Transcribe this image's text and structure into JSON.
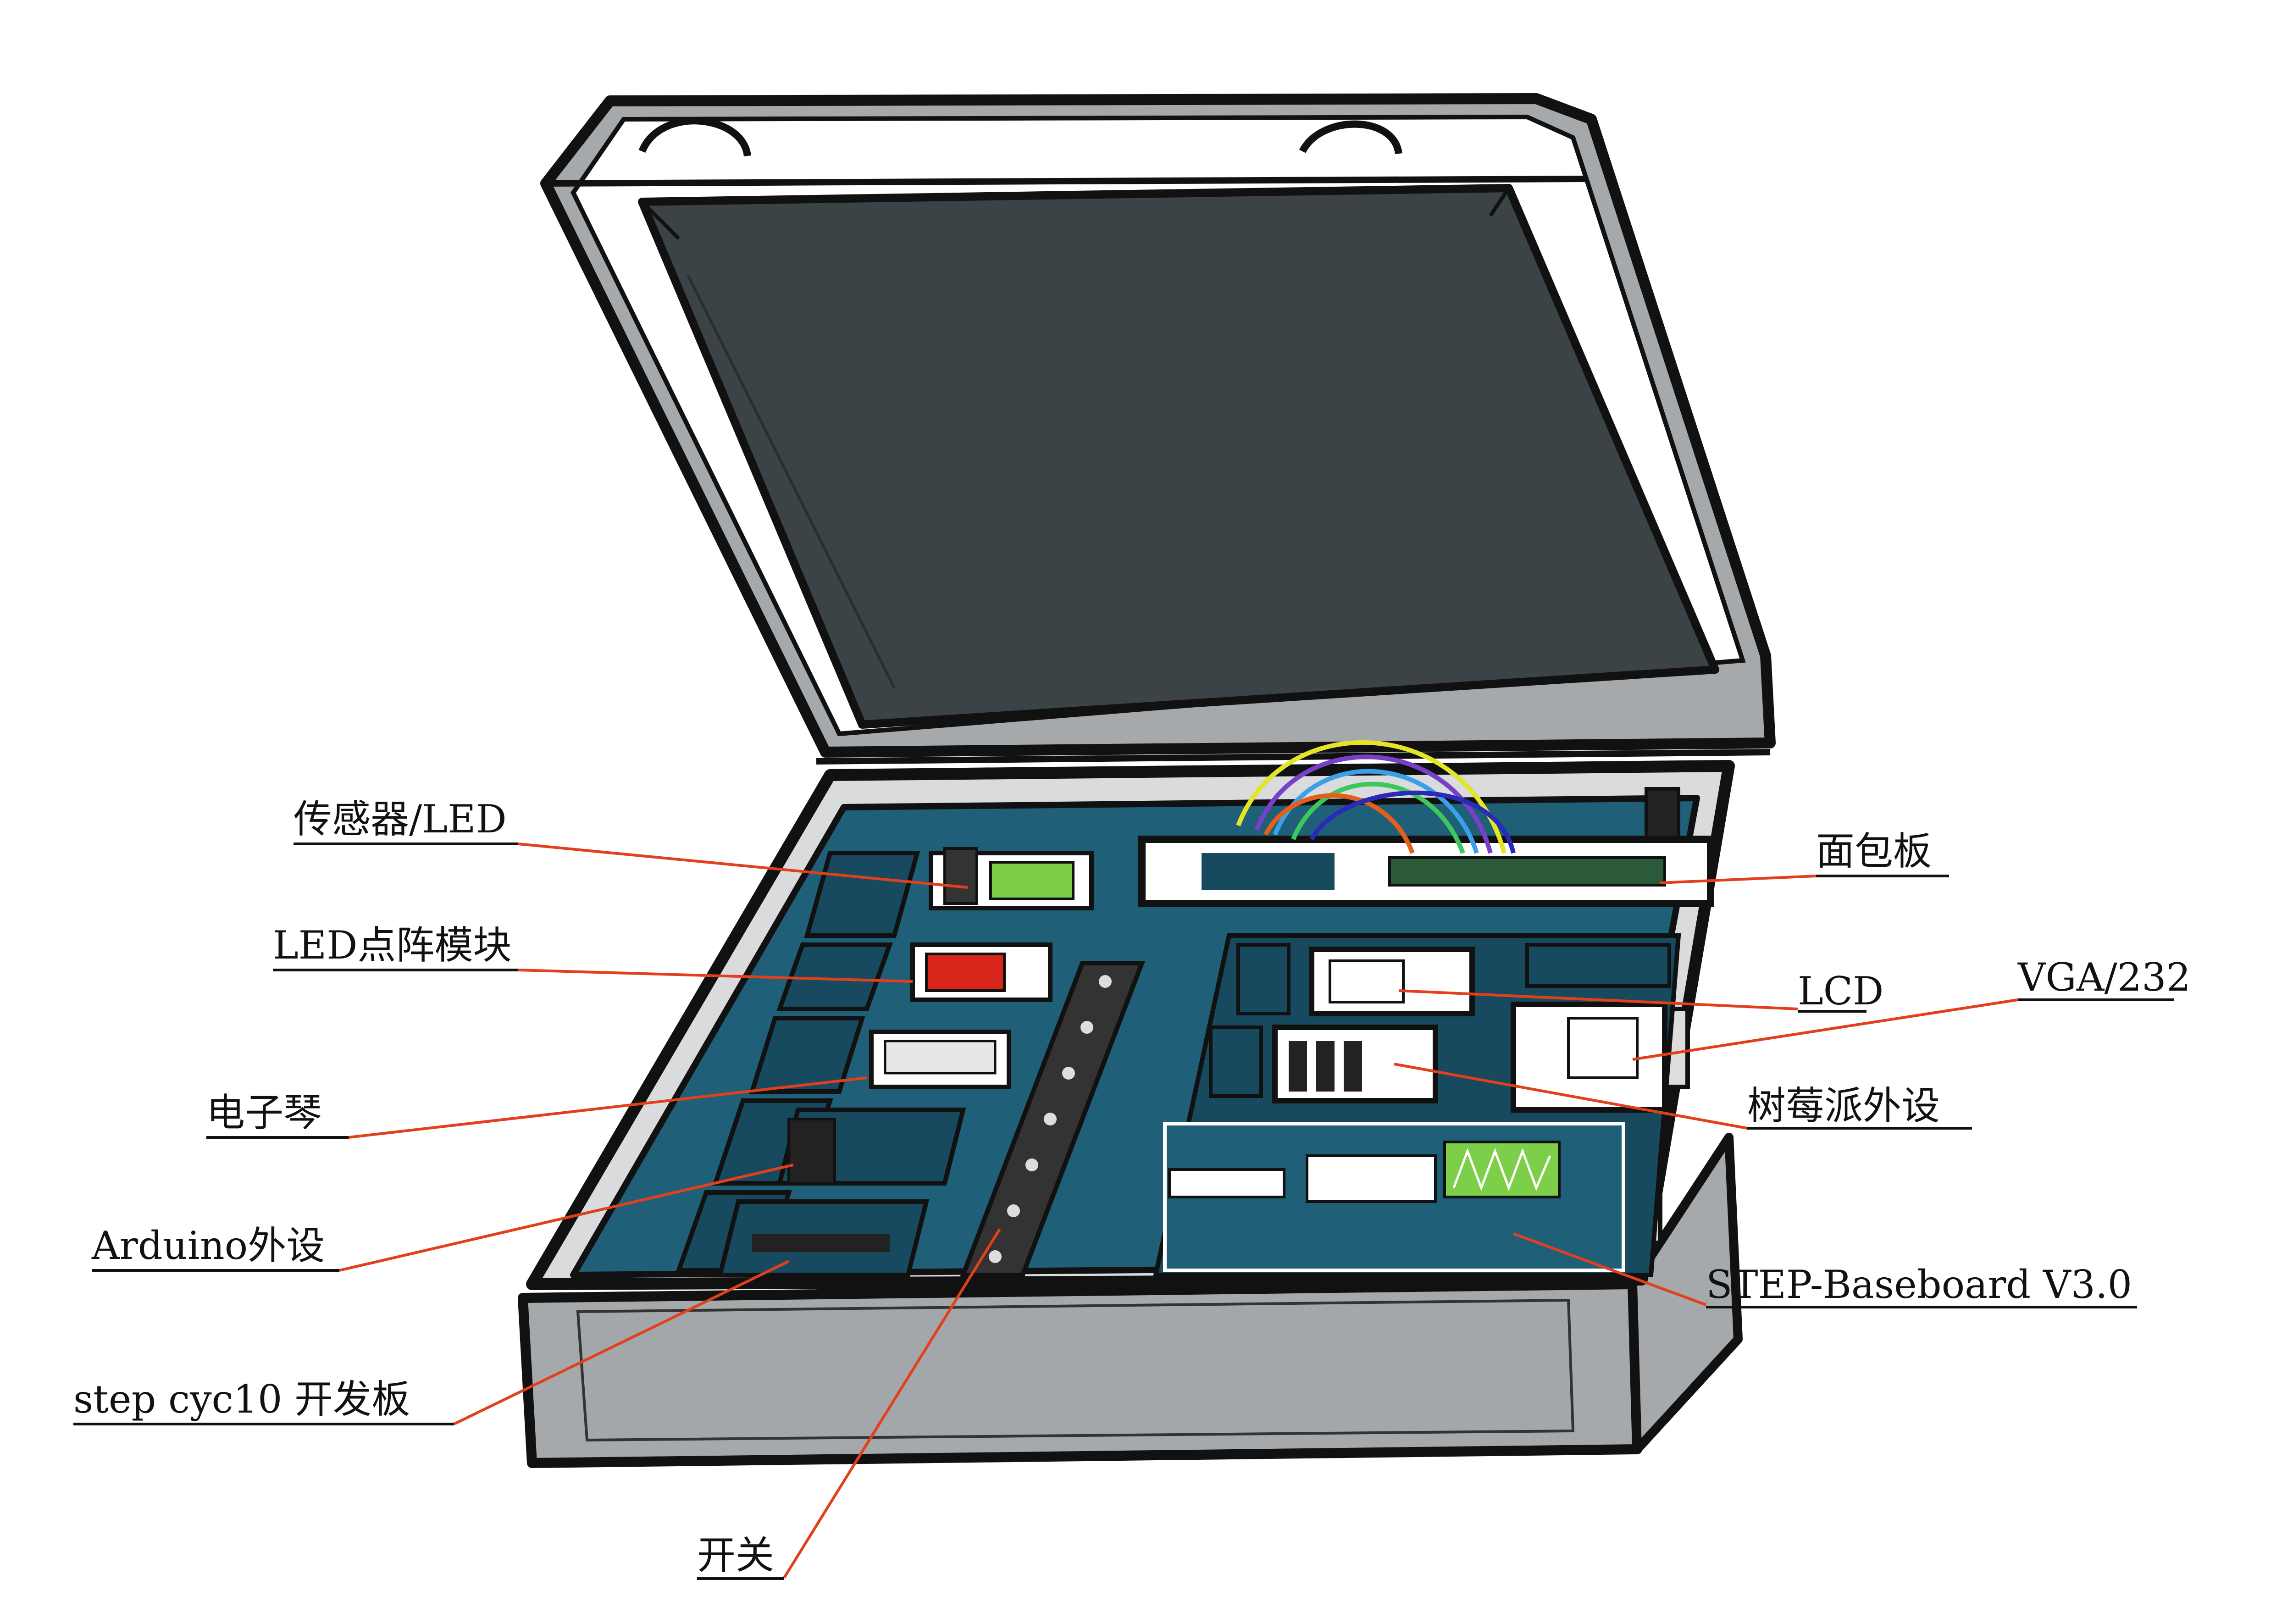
{
  "labels": {
    "sensor_led": "传感器/LED",
    "led_matrix": "LED点阵模块",
    "piano": "电子琴",
    "arduino": "Arduino外设",
    "cyc10": "step cyc10 开发板",
    "switch": "开关",
    "breadboard": "面包板",
    "lcd": "LCD",
    "vga232": "VGA/232",
    "raspberry": "树莓派外设",
    "baseboard": "STEP-Baseboard V3.0"
  },
  "colors": {
    "leader": "#e2401c",
    "lid_interior": "#3b4347",
    "case_gray": "#a6a9ab",
    "tray_blue": "#1f5f78",
    "tray_dark": "#174a5e",
    "outline": "#111111"
  },
  "wires": [
    "#e4e428",
    "#7a3fc8",
    "#3aa0e8",
    "#3cc85a",
    "#e2601c",
    "#2a2ab8"
  ]
}
